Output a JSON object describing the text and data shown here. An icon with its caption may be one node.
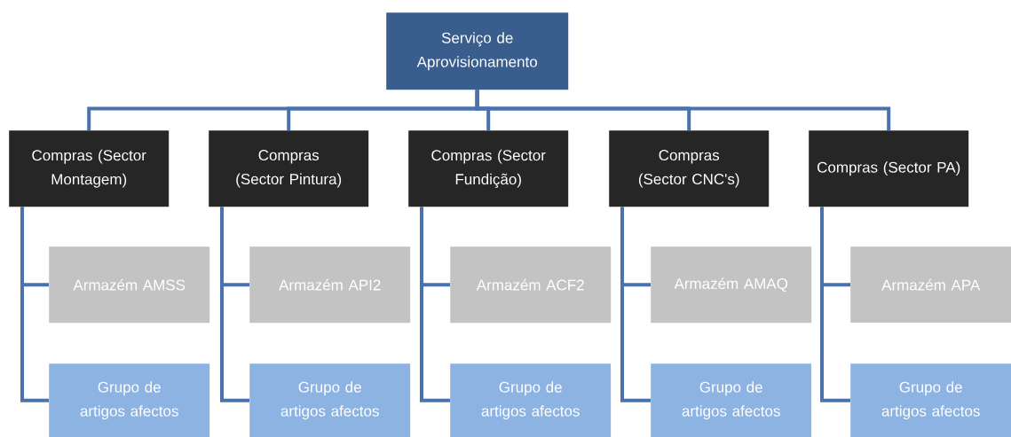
{
  "diagram": {
    "nodes": [
      {
        "text": [
          "Serviço de Aprovisionamento"
        ]
      },
      {
        "text": [
          "Compras (Sector Montagem)"
        ]
      },
      {
        "text": [
          "Compras (Sector Pintura)"
        ]
      },
      {
        "text": [
          "Compras (Sector Fundição)"
        ]
      },
      {
        "text": [
          "Compras (Sector CNC's)"
        ]
      },
      {
        "text": [
          "Compras (Sector PA)"
        ]
      },
      {
        "text": [
          "Armazém AMSS"
        ]
      },
      {
        "text": [
          "Armazém API2"
        ]
      },
      {
        "text": [
          "Armazém ACF2"
        ]
      },
      {
        "text": [
          "Armazém AMAQ"
        ]
      },
      {
        "text": [
          "Armazém APA"
        ]
      },
      {
        "text": [
          "Grupo de artigos afectos"
        ]
      },
      {
        "text": [
          "Grupo de artigos afectos"
        ]
      },
      {
        "text": [
          "Grupo de artigos afectos"
        ]
      },
      {
        "text": [
          "Grupo de artigos afectos"
        ]
      },
      {
        "text": [
          "Grupo de artigos afectos"
        ]
      }
    ],
    "edges": [
      {
        "from": 0,
        "to": 1,
        "arrow": "none"
      },
      {
        "from": 0,
        "to": 2,
        "arrow": "none"
      },
      {
        "from": 0,
        "to": 3,
        "arrow": "none"
      },
      {
        "from": 0,
        "to": 4,
        "arrow": "none"
      },
      {
        "from": 0,
        "to": 5,
        "arrow": "none"
      },
      {
        "from": 1,
        "to": 6,
        "arrow": "none"
      },
      {
        "from": 1,
        "to": 11,
        "arrow": "none"
      },
      {
        "from": 2,
        "to": 7,
        "arrow": "none"
      },
      {
        "from": 2,
        "to": 12,
        "arrow": "none"
      },
      {
        "from": 3,
        "to": 8,
        "arrow": "none"
      },
      {
        "from": 3,
        "to": 13,
        "arrow": "none"
      },
      {
        "from": 4,
        "to": 9,
        "arrow": "none"
      },
      {
        "from": 4,
        "to": 14,
        "arrow": "none"
      },
      {
        "from": 5,
        "to": 10,
        "arrow": "none"
      },
      {
        "from": 5,
        "to": 15,
        "arrow": "none"
      }
    ]
  }
}
